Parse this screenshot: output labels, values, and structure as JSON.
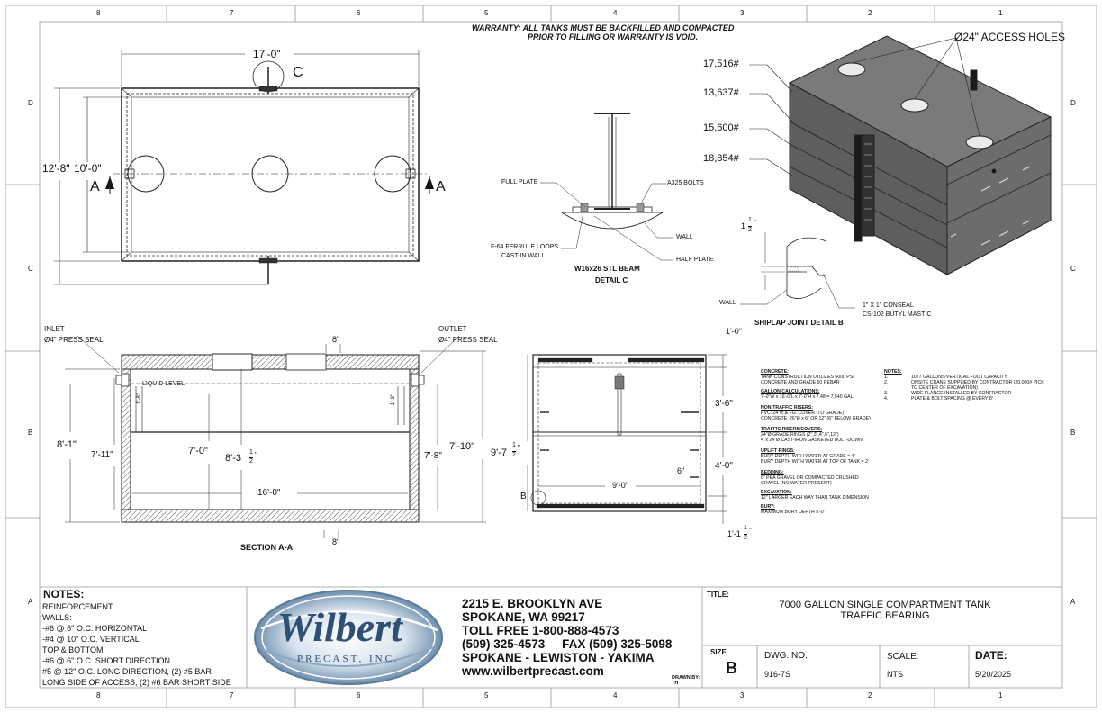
{
  "border": {
    "cols_top": [
      "8",
      "7",
      "6",
      "5",
      "4",
      "3",
      "2",
      "1"
    ],
    "cols_bottom": [
      "8",
      "7",
      "6",
      "5",
      "4",
      "3",
      "2",
      "1"
    ],
    "rows_left": [
      "D",
      "C",
      "B",
      "A"
    ],
    "rows_right": [
      "D",
      "C",
      "B",
      "A"
    ]
  },
  "warranty": [
    "WARRANTY: ALL TANKS MUST BE BACKFILLED AND COMPACTED",
    "PRIOR TO FILLING OR WARRANTY IS VOID."
  ],
  "plan": {
    "width_dim": "17'-0\"",
    "height_outer": "12'-8\"",
    "height_inner": "10'-0\"",
    "section_a": "A",
    "detail_c": "C"
  },
  "detail_c": {
    "full_plate": "FULL PLATE",
    "a325": "A325 BOLTS",
    "wall": "WALL",
    "ferrule": "F-64 FERRULE LOOPS",
    "cast_in": "CAST-IN WALL",
    "half_plate": "HALF PLATE",
    "title1": "W16x26 STL BEAM",
    "title2": "DETAIL C"
  },
  "iso": {
    "access": "Ø24\" ACCESS HOLES",
    "w1": "17,516#",
    "w2": "13,637#",
    "w3": "15,600#",
    "w4": "18,854#"
  },
  "shiplap": {
    "dim_whole": "1",
    "dim_num": "1",
    "dim_den": "2",
    "dim_unit": "\"",
    "wall": "WALL",
    "conseal1": "1\" X 1\" CONSEAL",
    "conseal2": "CS-102 BUTYL MASTIC",
    "title": "SHIPLAP JOINT DETAIL B"
  },
  "section": {
    "inlet1": "INLET",
    "inlet2": "Ø4\" PRESS SEAL",
    "outlet1": "OUTLET",
    "outlet2": "Ø4\" PRESS SEAL",
    "top_8": "8\"",
    "liquid": "LIQUID LEVEL",
    "d_1_8": "1'-8\"",
    "d_1_3": "1'-3\"",
    "d_8_1": "8'-1\"",
    "d_7_11": "7'-11\"",
    "d_7_0": "7'-0\"",
    "d_8_3": "8'-3",
    "d_8_3_num": "1",
    "d_8_3_den": "2",
    "d_8_3_unit": "\"",
    "d_7_8": "7'-8\"",
    "d_7_10": "7'-10\"",
    "d_16_0": "16'-0\"",
    "bottom_8": "8\"",
    "title": "SECTION A-A"
  },
  "end_section": {
    "d_1_0": "1'-0\"",
    "d_3_6": "3'-6\"",
    "d_9_7": "9'-7",
    "d_9_7_num": "1",
    "d_9_7_den": "2",
    "d_9_7_unit": "\"",
    "d_4_0": "4'-0\"",
    "d_6": "6\"",
    "d_9_0": "9'-0\"",
    "d_1_1": "1'-1",
    "d_1_1_num": "1",
    "d_1_1_den": "2",
    "d_1_1_unit": "\"",
    "detail_b": "B"
  },
  "specs": {
    "concrete_h": "CONCRETE:",
    "concrete": [
      "TANK CONSTRUCTION UTILIZES 6000 PSI",
      "CONCRETE AND GRADE 60 REBAR"
    ],
    "gallon_h": "GALLON CALCULATIONS:",
    "gallon": [
      "7'-0\"W x 16'-0\"L x 7'-0\"H x 7.48 = 7,540 GAL"
    ],
    "nontraffic_h": "NON-TRAFFIC RISERS:",
    "nontraffic": [
      "PVC: 24\"Ø & FG. COVER (TO GRADE)",
      "CONCRETE: 26\"Ø x 6\" OR 12\" (6\" BELOW GRADE)"
    ],
    "traffic_h": "TRAFFIC RISERS/COVERS:",
    "traffic": [
      "24\"Ø GRADE RINGS (2\",3\",4\",6\",12\")",
      "4' x 24\"Ø CAST-IRON GASKETED BOLT-DOWN"
    ],
    "uplift_h": "UPLIFT RINGS:",
    "uplift": [
      "BURY DEPTH WITH WATER AT GRADE = 4'",
      "BURY DEPTH WITH WATER AT TOP OF TANK = 2'"
    ],
    "bedding_h": "BEDDING:",
    "bedding": [
      "6\" PEA GRAVEL OR COMPACTED CRUSHED",
      "GRAVEL (NO WATER PRESENT)"
    ],
    "excavation_h": "EXCAVATION:",
    "excavation": [
      "12\" LARGER EACH WAY THAN TANK DIMENSION"
    ],
    "bury_h": "BURY:",
    "bury": [
      "MAXIMUM BURY DEPTH 5'-0\""
    ],
    "notes_h": "NOTES:",
    "notes_num": [
      "1.",
      "2.",
      "",
      "3.",
      "4."
    ],
    "notes": [
      "1077 GALLONS/VERTICAL FOOT CAPACITY",
      "ONSITE CRANE SUPPLIED BY CONTRACTOR (20,000# PICK",
      "TO CENTER OF EXCAVATION)",
      "WIDE FLANGE INSTALLED BY CONTRACTOR",
      "PLATE & BOLT SPACING @ EVERY 8'"
    ]
  },
  "notes_box": {
    "title": "NOTES:",
    "lines": [
      "REINFORCEMENT:",
      "WALLS:",
      "-#6 @  6\" O.C. HORIZONTAL",
      "-#4 @ 10\" O.C. VERTICAL",
      "TOP & BOTTOM",
      "-#6 @ 6\" O.C. SHORT DIRECTION",
      "#5 @ 12\" O.C. LONG DIRECTION, (2) #5 BAR",
      "LONG SIDE OF ACCESS, (2) #6 BAR SHORT SIDE"
    ]
  },
  "logo": {
    "name": "Wilbert",
    "sub": "PRECAST, INC."
  },
  "company": {
    "lines": [
      "2215 E. BROOKLYN AVE",
      "SPOKANE, WA 99217",
      "TOLL FREE 1-800-888-4573",
      "(509) 325-4573     FAX (509) 325-5098",
      "SPOKANE - LEWISTON - YAKIMA",
      "www.wilbertprecast.com"
    ]
  },
  "title_block": {
    "drawn_by_label": "DRAWN BY:",
    "drawn_by": "TH",
    "title_label": "TITLE:",
    "title1": "7000 GALLON SINGLE COMPARTMENT TANK",
    "title2": "TRAFFIC BEARING",
    "size_label": "SIZE",
    "size": "B",
    "dwg_label": "DWG.  NO.",
    "dwg": "916-7S",
    "scale_label": "SCALE:",
    "scale": "NTS",
    "date_label": "DATE:",
    "date": "5/20/2025"
  }
}
